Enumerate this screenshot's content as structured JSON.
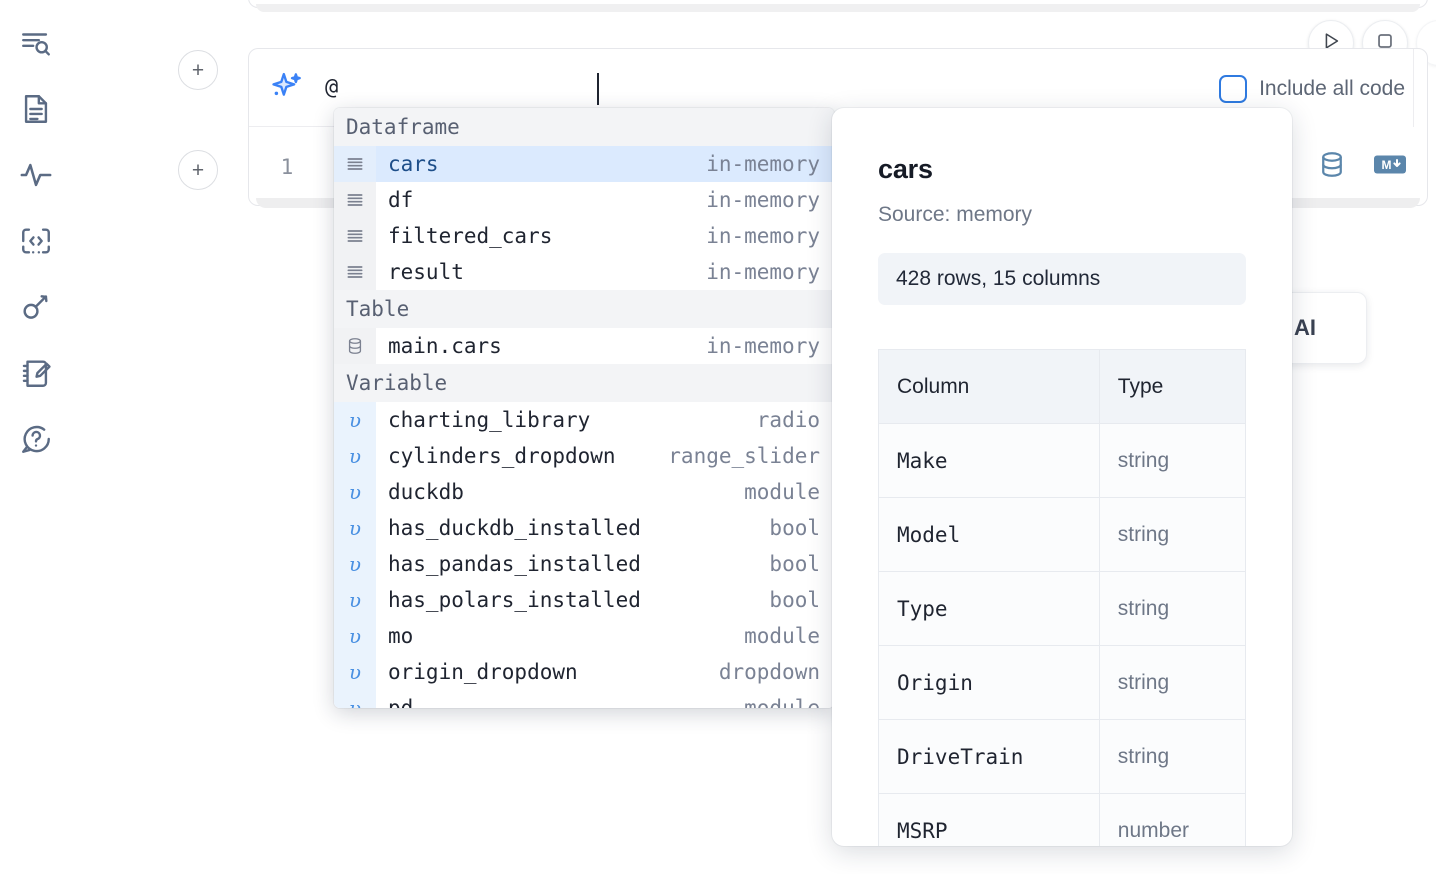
{
  "sidebar": {
    "items": [
      {
        "icon": "outline-search-icon",
        "name": "sidebar-item-outline"
      },
      {
        "icon": "document-icon",
        "name": "sidebar-item-documentation"
      },
      {
        "icon": "activity-icon",
        "name": "sidebar-item-activity"
      },
      {
        "icon": "snippets-code-icon",
        "name": "sidebar-item-snippets"
      },
      {
        "icon": "key-icon",
        "name": "sidebar-item-secrets"
      },
      {
        "icon": "scratchpad-edit-icon",
        "name": "sidebar-item-scratchpad"
      },
      {
        "icon": "chat-help-icon",
        "name": "sidebar-item-help"
      }
    ]
  },
  "cells": {
    "add_button_label": "+",
    "ai_prompt": {
      "icon": "ai-sparkle-icon",
      "value": "@",
      "placeholder": "",
      "include_all_code_label": "Include all code",
      "include_all_code_checked": false
    },
    "code_cell": {
      "line_number": "1",
      "tools": [
        {
          "icon": "database-icon",
          "name": "sql-cell-icon"
        },
        {
          "icon": "markdown-icon",
          "name": "markdown-cell-icon"
        }
      ]
    }
  },
  "run_controls": [
    {
      "icon": "run-play-icon",
      "name": "run-cell-button"
    },
    {
      "icon": "stop-square-icon",
      "name": "interrupt-button"
    }
  ],
  "autocomplete": {
    "groups": [
      {
        "header": "Dataframe",
        "kind": "dataframe",
        "items": [
          {
            "label": "cars",
            "meta": "in-memory",
            "selected": true
          },
          {
            "label": "df",
            "meta": "in-memory",
            "selected": false
          },
          {
            "label": "filtered_cars",
            "meta": "in-memory",
            "selected": false
          },
          {
            "label": "result",
            "meta": "in-memory",
            "selected": false
          }
        ]
      },
      {
        "header": "Table",
        "kind": "table",
        "items": [
          {
            "label": "main.cars",
            "meta": "in-memory",
            "selected": false
          }
        ]
      },
      {
        "header": "Variable",
        "kind": "variable",
        "items": [
          {
            "label": "charting_library",
            "meta": "radio",
            "selected": false
          },
          {
            "label": "cylinders_dropdown",
            "meta": "range_slider",
            "selected": false
          },
          {
            "label": "duckdb",
            "meta": "module",
            "selected": false
          },
          {
            "label": "has_duckdb_installed",
            "meta": "bool",
            "selected": false
          },
          {
            "label": "has_pandas_installed",
            "meta": "bool",
            "selected": false
          },
          {
            "label": "has_polars_installed",
            "meta": "bool",
            "selected": false
          },
          {
            "label": "mo",
            "meta": "module",
            "selected": false
          },
          {
            "label": "origin_dropdown",
            "meta": "dropdown",
            "selected": false
          },
          {
            "label": "pd",
            "meta": "module",
            "selected": false
          }
        ]
      }
    ]
  },
  "details": {
    "title": "cars",
    "source": "Source: memory",
    "shape": "428 rows, 15 columns",
    "columns_header": "Column",
    "type_header": "Type",
    "rows": [
      {
        "column": "Make",
        "type": "string"
      },
      {
        "column": "Model",
        "type": "string"
      },
      {
        "column": "Type",
        "type": "string"
      },
      {
        "column": "Origin",
        "type": "string"
      },
      {
        "column": "DriveTrain",
        "type": "string"
      },
      {
        "column": "MSRP",
        "type": "number"
      }
    ]
  },
  "ai_hint_card": {
    "text": "AI"
  },
  "colors": {
    "accent_blue": "#3b82f6",
    "selected_row_bg": "#dbeafe",
    "section_header_bg": "#f3f4f6",
    "variable_gutter_bg": "#eaf3fd",
    "icon_slate": "#5b6b84",
    "muted_text": "#7a8294"
  }
}
